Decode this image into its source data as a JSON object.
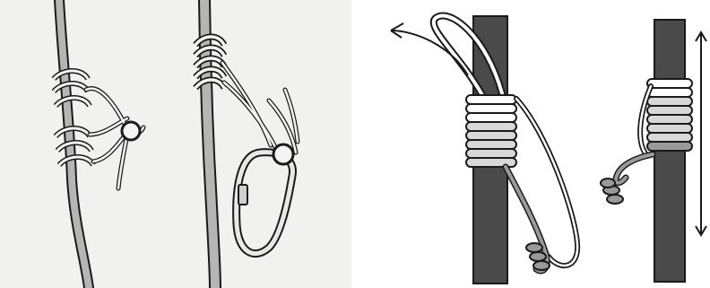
{
  "colors": {
    "background": "#ffffff",
    "paper_left": "#f1f1ef",
    "rope_gray": "#9a9a9a",
    "post_dark": "#4a4a4a",
    "cord_light": "#d8d8d8",
    "outline": "#1a1a1a"
  },
  "figures": [
    {
      "id": "fig-1",
      "icon": "prusik-knot-with-loose-cord-icon"
    },
    {
      "id": "fig-2",
      "icon": "prusik-knot-with-carabiner-icon"
    },
    {
      "id": "fig-3",
      "icon": "friction-hitch-pull-arrow-icon"
    },
    {
      "id": "fig-4",
      "icon": "friction-hitch-tied-length-arrow-icon"
    }
  ]
}
